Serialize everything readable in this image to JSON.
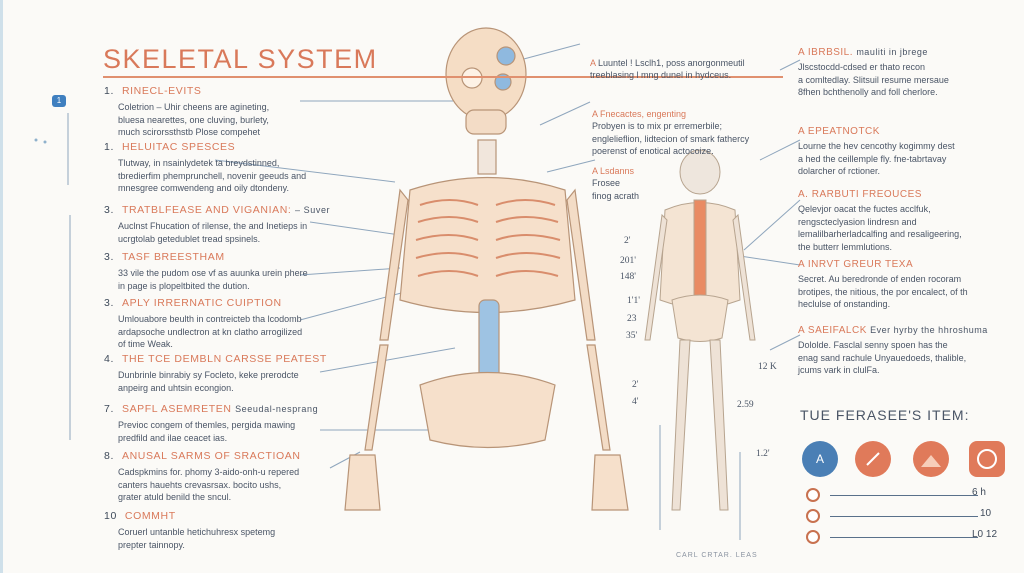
{
  "title": "SKELETAL SYSTEM",
  "badge": "1",
  "sections": [
    {
      "num": "1.",
      "head": "RINECL-EVITS",
      "body": "Coletrion – Uhir cheens are agineting,\nbluesa nearettes, one cluving, burlety,\nmuch scirorssthstb Plose compehet"
    },
    {
      "num": "1.",
      "head": "HELUITAC SPESCES",
      "body": "Tlutway, in nsainlydetek ta breydstinned,\ntbredierfim phemprunchell, novenir geeuds and\nmnesgree comwendeng and oily dtondeny."
    },
    {
      "num": "3.",
      "head": "TRATBLFEASE AND VIGANIAN:",
      "head_suffix": "– Suver",
      "body": "Auclnst Fhucation of rilense, the and Inetieps in\nucrgtolab getedublet tread spsinels."
    },
    {
      "num": "3.",
      "head": "TASF BREESTHAM",
      "body": "33 vile the pudom ose vf as auunka urein phere\nin page is plopeltbited the dution."
    },
    {
      "num": "3.",
      "head": "APLY IRRERNATIC CUIPTION",
      "body": "Umlouabore beulth in contreicteb tha lcodomb\nardapsoche undlectron at kn clatho arrogilized\nof time Weak."
    },
    {
      "num": "4.",
      "head": "THE TCE DEMBLN CARSSE PEATEST",
      "body": "Dunbrinle binrabiy sy Focleto, keke prerodcte\nanpeirg and uhtsin econgion."
    },
    {
      "num": "7.",
      "head": "SAPFL ASEMRETEN",
      "head_suffix": "Seeudal-nesprang",
      "body": "Previoc congem of themles, pergida mawing\npredfild and ilae ceacet ias."
    },
    {
      "num": "8.",
      "head": "ANUSAL SARMS OF SRACTIOAN",
      "body": "Cadspkmins for. phomy 3-aido-onh-u repered\ncanters hauehts crevasrsax. bocito ushs,\ngrater atuld benild the sncul."
    },
    {
      "num": "10",
      "head": "COMMHT",
      "body": "Coruerl untanble hetichuhresx spetemg\nprepter tainnopy."
    }
  ],
  "mid_notes": [
    {
      "head": "A",
      "body": "Luuntel ! Lsclh1, poss anorgonmeutil\ntreeblasing l mng dunel in hydceus."
    },
    {
      "head": "A Fnecactes, engenting",
      "body": "Probyen is to mix pr erremerbile;\nenglelieflion, lidtecion of smark fathercy\npoerenst of enotical actocoize."
    },
    {
      "head": "A Lsdanns",
      "body": "Frosee\nfinog acrath"
    }
  ],
  "right_notes": [
    {
      "head": "A IBRBSIL.",
      "head_suffix": "mauliti in jbrege",
      "body": "Jlscstocdd-cdsed er thato recon\na comltedlay. Slitsuil resume mersaue\n8fhen bchthenolly and foll cherlore."
    },
    {
      "head": "A EPEATNOTCK",
      "body": "Lourne the hev cencothy kogimmy dest\na hed the ceillemple fly. fne-tabrtavay\ndolarcher of rctioner."
    },
    {
      "head": "A. RARBUTI FREOUCES",
      "body": "Qelevjor oacat the fuctes acclfuk,\nrengscteclyasion lindresn and\nlemalilbarherladcalfing and resaligeering,\nthe butterr lemmlutions."
    },
    {
      "head": "A INRVT GREUR TEXA",
      "body": "Secret. Au beredronde of enden rocoram\nbrotipes, the nitious, the por encalect, of th\nheclulse of onstanding."
    },
    {
      "head": "A SAEIFALCK",
      "head_suffix": "Ever hyrby the hhroshuma",
      "body": "Dololde. Fasclal senny spoen has the\nenag sand rachule Unyauedoeds, thalible,\njcums vark in clulFa."
    }
  ],
  "spine_labels": [
    "2'",
    "201'",
    "148'",
    "1'1'",
    "23",
    "35'",
    "2'",
    "4'",
    "2.59",
    "1.2'",
    "12 K"
  ],
  "legend": {
    "title": "TUE FERASEE'S ITEM:",
    "icons": [
      {
        "name": "circle-a-icon",
        "text": "A",
        "color": "#4a7fb5"
      },
      {
        "name": "slash-circle-icon",
        "text": "",
        "color": "#e07a5a"
      },
      {
        "name": "mountain-icon",
        "text": "",
        "color": "#e07a5a"
      },
      {
        "name": "phone-icon",
        "text": "",
        "color": "#e07a5a"
      }
    ],
    "rows": [
      {
        "value": "6 h"
      },
      {
        "value": "10"
      },
      {
        "value": "L0 12"
      }
    ]
  },
  "caption": "CARL CRTAR. LEAS"
}
